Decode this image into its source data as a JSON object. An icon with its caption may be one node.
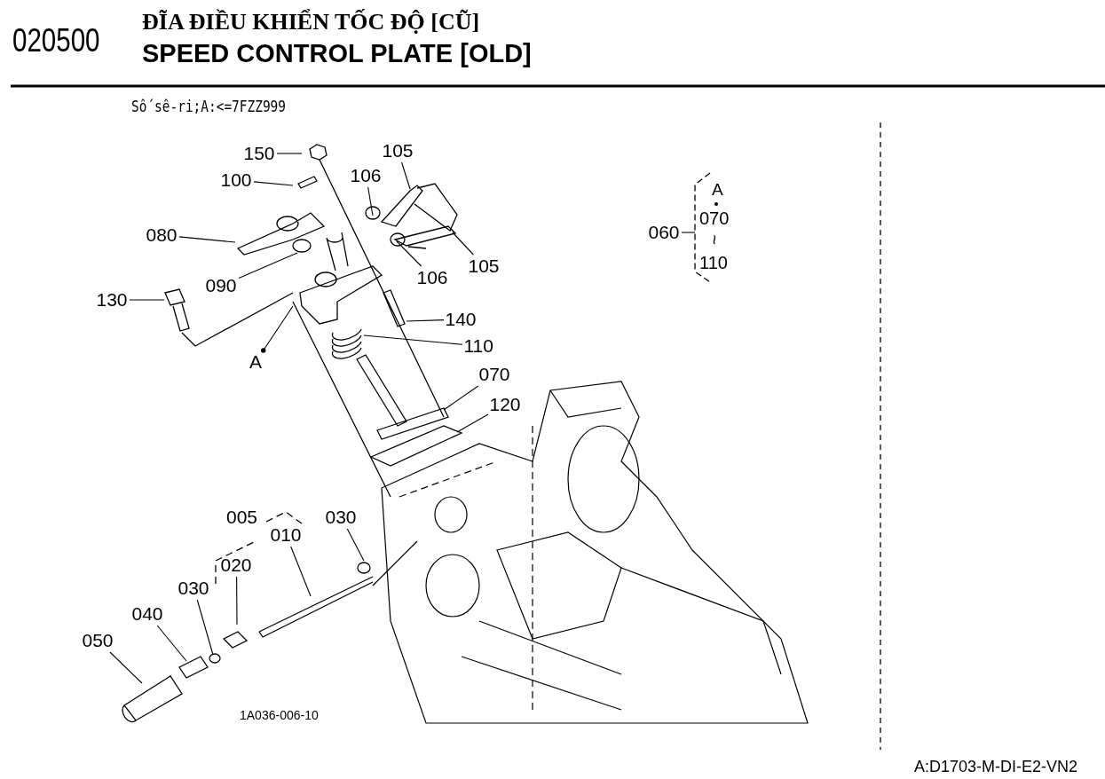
{
  "diagram": {
    "title": "ĐĨA ĐIỀU KHIỂN TỐC ĐỘ [CŨ]",
    "nodes": [
      {
        "text": [
          "150"
        ]
      },
      {
        "text": [
          "105"
        ]
      },
      {
        "text": [
          "106"
        ]
      },
      {
        "text": [
          "100"
        ]
      },
      {
        "text": [
          "080"
        ]
      },
      {
        "text": [
          "060"
        ]
      },
      {
        "text": [
          "106"
        ]
      },
      {
        "text": [
          "105"
        ]
      },
      {
        "text": [
          "090"
        ]
      },
      {
        "text": [
          "130"
        ]
      },
      {
        "text": [
          "140"
        ]
      },
      {
        "text": [
          "110"
        ]
      },
      {
        "text": [
          "A"
        ]
      },
      {
        "text": [
          "070"
        ]
      },
      {
        "text": [
          "120"
        ]
      },
      {
        "text": [
          "030"
        ]
      },
      {
        "text": [
          "010"
        ]
      },
      {
        "text": [
          "020"
        ]
      },
      {
        "text": [
          "030"
        ]
      },
      {
        "text": [
          "040"
        ]
      },
      {
        "text": [
          "050"
        ]
      }
    ],
    "edges": [
      {
        "from": 0,
        "to": null,
        "arrow": "none"
      },
      {
        "from": 1,
        "to": null,
        "arrow": "none"
      },
      {
        "from": 2,
        "to": null,
        "arrow": "none"
      },
      {
        "from": 3,
        "to": null,
        "arrow": "none"
      },
      {
        "from": 4,
        "to": null,
        "arrow": "none"
      },
      {
        "from": 5,
        "to": null,
        "arrow": "none"
      },
      {
        "from": 6,
        "to": null,
        "arrow": "none"
      },
      {
        "from": 7,
        "to": null,
        "arrow": "none"
      },
      {
        "from": 8,
        "to": null,
        "arrow": "none"
      },
      {
        "from": 9,
        "to": null,
        "arrow": "none"
      },
      {
        "from": 10,
        "to": null,
        "arrow": "none"
      },
      {
        "from": 11,
        "to": null,
        "arrow": "none"
      },
      {
        "from": 12,
        "to": null,
        "arrow": "other"
      },
      {
        "from": 13,
        "to": null,
        "arrow": "none"
      },
      {
        "from": 14,
        "to": null,
        "arrow": "none"
      },
      {
        "from": 15,
        "to": null,
        "arrow": "none"
      },
      {
        "from": 16,
        "to": null,
        "arrow": "none"
      },
      {
        "from": 17,
        "to": null,
        "arrow": "none"
      },
      {
        "from": 18,
        "to": null,
        "arrow": "none"
      },
      {
        "from": 19,
        "to": null,
        "arrow": "none"
      },
      {
        "from": 20,
        "to": null,
        "arrow": "none"
      }
    ],
    "labels": [
      "020500",
      "SPEED CONTROL PLATE [OLD]",
      "Số sê-ri;A:<=7FZZ999",
      "A",
      "070",
      "~",
      "110",
      "005",
      "1A036-006-10",
      "A:D1703-M-DI-E2-VN2"
    ]
  }
}
